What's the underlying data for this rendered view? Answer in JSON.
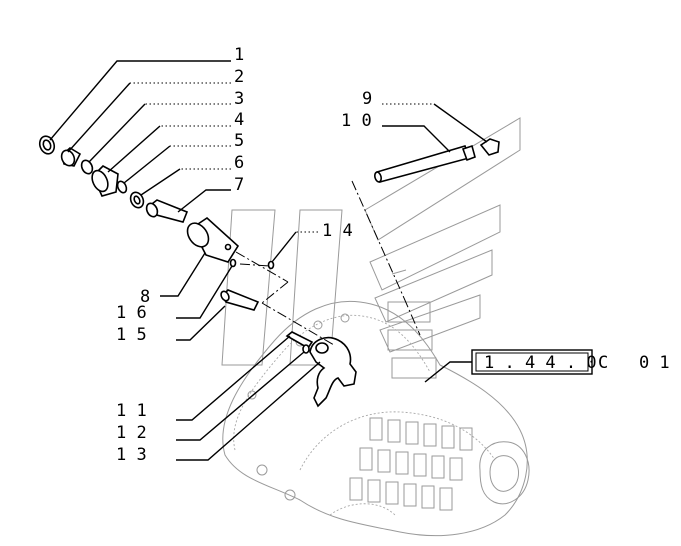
{
  "diagram": {
    "callouts": [
      {
        "id": "c1",
        "label": "1"
      },
      {
        "id": "c2",
        "label": "2"
      },
      {
        "id": "c3",
        "label": "3"
      },
      {
        "id": "c4",
        "label": "4"
      },
      {
        "id": "c5",
        "label": "5"
      },
      {
        "id": "c6",
        "label": "6"
      },
      {
        "id": "c7",
        "label": "7"
      },
      {
        "id": "c8",
        "label": "8"
      },
      {
        "id": "c9",
        "label": "9"
      },
      {
        "id": "c10",
        "label": "1 0"
      },
      {
        "id": "c11",
        "label": "1 1"
      },
      {
        "id": "c12",
        "label": "1 2"
      },
      {
        "id": "c13",
        "label": "1 3"
      },
      {
        "id": "c14",
        "label": "1 4"
      },
      {
        "id": "c15",
        "label": "1 5"
      },
      {
        "id": "c16",
        "label": "1 6"
      }
    ],
    "reference": {
      "boxed": "1 . 4 4 . 0",
      "suffix": "C   0 1"
    }
  }
}
